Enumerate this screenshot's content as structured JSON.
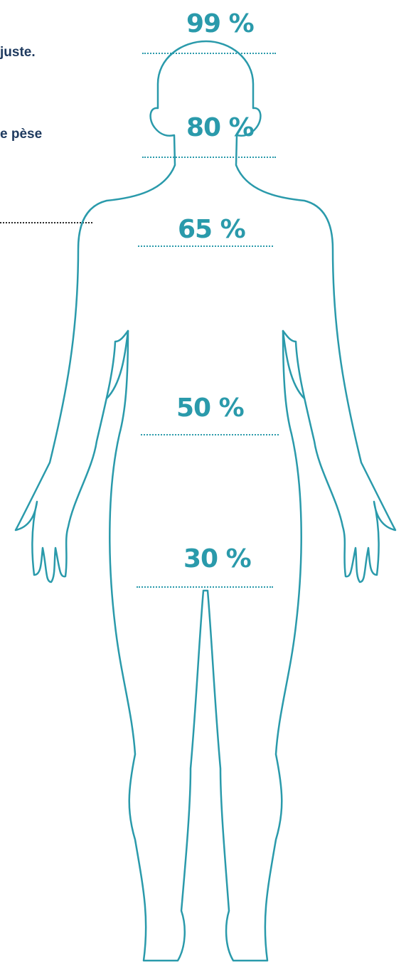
{
  "text_fragments": {
    "line1": "juste.",
    "line2": "e pèse"
  },
  "levels": [
    {
      "label": "99 %",
      "percent": 99
    },
    {
      "label": "80 %",
      "percent": 80
    },
    {
      "label": "65 %",
      "percent": 65
    },
    {
      "label": "50 %",
      "percent": 50
    },
    {
      "label": "30 %",
      "percent": 30
    }
  ],
  "colors": {
    "outline": "#2a9aab",
    "text_dark": "#1e3a5f",
    "answer_line": "#2a2a2a"
  }
}
